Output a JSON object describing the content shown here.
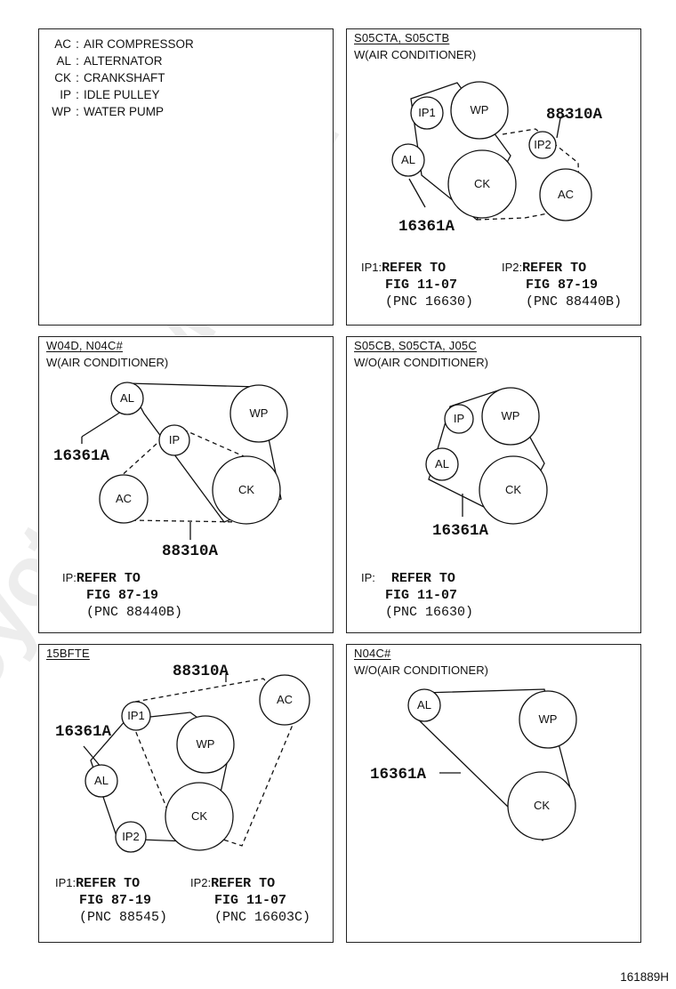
{
  "legend": [
    {
      "abbr": "AC",
      "name": "AIR COMPRESSOR"
    },
    {
      "abbr": "AL",
      "name": "ALTERNATOR"
    },
    {
      "abbr": "CK",
      "name": "CRANKSHAFT"
    },
    {
      "abbr": "IP",
      "name": "IDLE PULLEY"
    },
    {
      "abbr": "WP",
      "name": "WATER PUMP"
    }
  ],
  "panels": [
    {
      "id": "p2",
      "title": "S05CTA, S05CTB",
      "subtitle": "W(AIR CONDITIONER)",
      "pulleys": {
        "ip1": "IP1",
        "wp": "WP",
        "ip2": "IP2",
        "al": "AL",
        "ck": "CK",
        "ac": "AC"
      },
      "parts": {
        "belt_main": "16361A",
        "belt_ac": "88310A"
      },
      "refs": [
        {
          "label": "IP1:",
          "line1": "REFER TO",
          "line2": "FIG 11-07",
          "line3": "(PNC 16630)"
        },
        {
          "label": "IP2:",
          "line1": "REFER TO",
          "line2": "FIG 87-19",
          "line3": "(PNC 88440B)"
        }
      ]
    },
    {
      "id": "p3",
      "title": "W04D, N04C#",
      "subtitle": "W(AIR CONDITIONER)",
      "pulleys": {
        "al": "AL",
        "wp": "WP",
        "ip": "IP",
        "ac": "AC",
        "ck": "CK"
      },
      "parts": {
        "belt_main": "16361A",
        "belt_ac": "88310A"
      },
      "refs": [
        {
          "label": "IP:",
          "line1": "REFER TO",
          "line2": "FIG 87-19",
          "line3": "(PNC 88440B)"
        }
      ]
    },
    {
      "id": "p4",
      "title": "S05CB, S05CTA, J05C",
      "subtitle": "W/O(AIR CONDITIONER)",
      "pulleys": {
        "ip": "IP",
        "wp": "WP",
        "al": "AL",
        "ck": "CK"
      },
      "parts": {
        "belt_main": "16361A"
      },
      "refs": [
        {
          "label": "IP:",
          "line1": "REFER TO",
          "line2": "FIG 11-07",
          "line3": "(PNC 16630)"
        }
      ]
    },
    {
      "id": "p5",
      "title": "15BFTE",
      "subtitle": "",
      "pulleys": {
        "ac": "AC",
        "ip1": "IP1",
        "wp": "WP",
        "al": "AL",
        "ck": "CK",
        "ip2": "IP2"
      },
      "parts": {
        "belt_main": "16361A",
        "belt_ac": "88310A"
      },
      "refs": [
        {
          "label": "IP1:",
          "line1": "REFER TO",
          "line2": "FIG 87-19",
          "line3": "(PNC 88545)"
        },
        {
          "label": "IP2:",
          "line1": "REFER TO",
          "line2": "FIG 11-07",
          "line3": "(PNC 16603C)"
        }
      ]
    },
    {
      "id": "p6",
      "title": "N04C#",
      "subtitle": "W/O(AIR CONDITIONER)",
      "pulleys": {
        "al": "AL",
        "wp": "WP",
        "ck": "CK"
      },
      "parts": {
        "belt_main": "16361A"
      },
      "refs": []
    }
  ],
  "watermark": "ToyotaCarMine.ru",
  "document_number": "161889H"
}
